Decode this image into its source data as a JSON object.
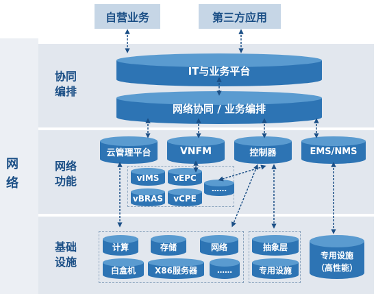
{
  "top": {
    "left": "自营业务",
    "right": "第三方应用"
  },
  "side_label": "网络",
  "layers": {
    "orchestration": "协同\n编排",
    "network_function": "网络\n功能",
    "infrastructure": "基础\n设施"
  },
  "platforms": {
    "it_platform": "IT与业务平台",
    "orchestration_platform": "网络协同 / 业务编排"
  },
  "functions": {
    "cloud_mgmt": "云管理平台",
    "vnfm": "VNFM",
    "controller": "控制器",
    "ems": "EMS/NMS"
  },
  "vnfs": [
    "vIMS",
    "vEPC",
    "vBRAS",
    "vCPE",
    "……"
  ],
  "infra": {
    "compute": "计算",
    "storage": "存储",
    "network": "网络",
    "whitebox": "白盒机",
    "x86": "X86服务器",
    "more": "……",
    "abstraction": "抽象层",
    "dedicated": "专用设施",
    "dedicated_hp": "专用设施\n（高性能）"
  },
  "colors": {
    "drum": "#2d74b4",
    "drum_top": "#5a9bd0",
    "band": "#e2e7ee",
    "label": "#1b4f86"
  }
}
